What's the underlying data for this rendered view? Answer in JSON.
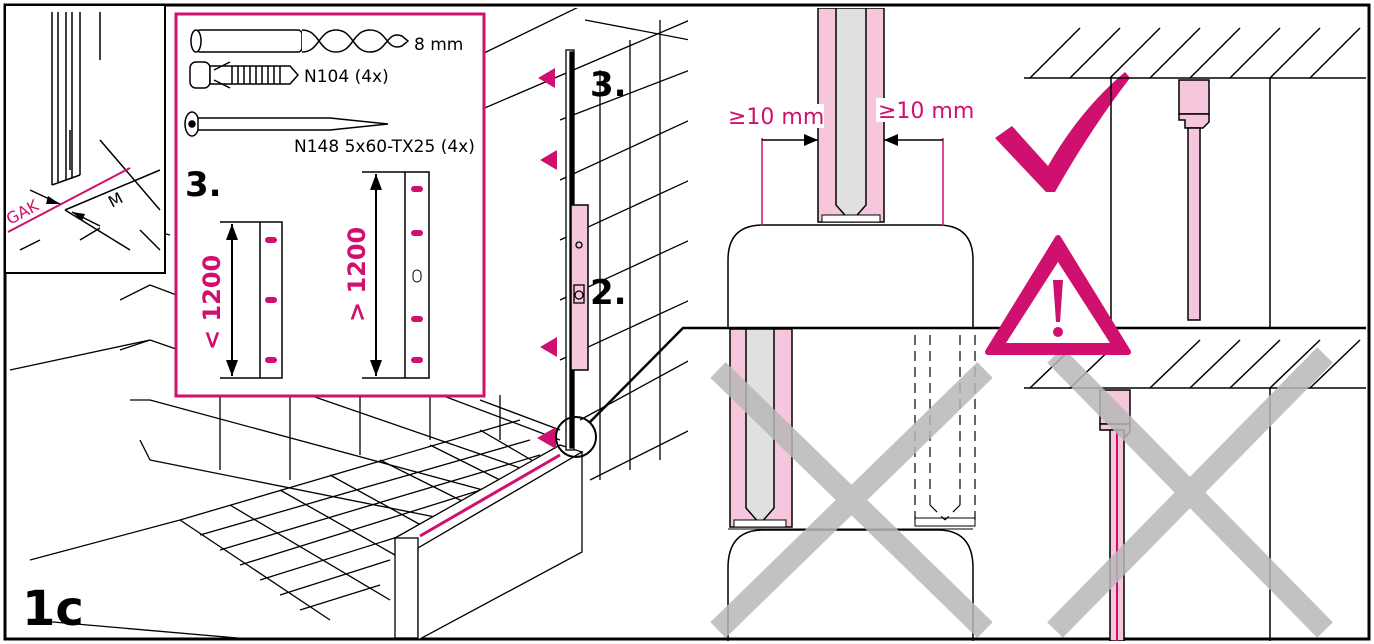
{
  "figure": {
    "step": "1c",
    "colors": {
      "accent": "#d0106e",
      "accent_light": "#f6c6dd",
      "cross": "#b8b8b8",
      "line": "#000000"
    }
  },
  "inset": {
    "gak_label": "GAK",
    "m_label": "M"
  },
  "parts_box": {
    "drill_label": "8 mm",
    "plug_label": "N104 (4x)",
    "screw_label": "N148 5x60-TX25 (4x)",
    "step_label": "3.",
    "short_rail_label": "< 1200",
    "long_rail_label": "> 1200"
  },
  "install": {
    "step3_label": "3.",
    "step2_label": "2."
  },
  "detail_correct": {
    "left_gap_label": "≥10 mm",
    "right_gap_label": "≥10 mm",
    "check_icon": "check-icon"
  },
  "detail_wrong": {
    "warning_icon": "warning-triangle-icon",
    "cross_icon": "cross-icon"
  }
}
